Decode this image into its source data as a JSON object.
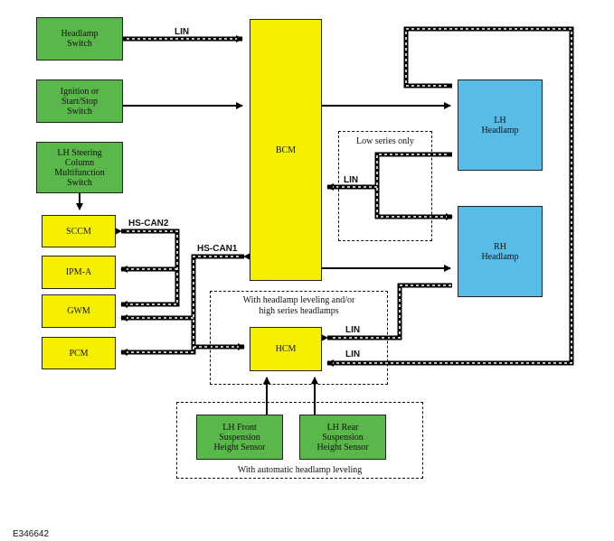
{
  "figure_id": "E346642",
  "modules": {
    "headlamp_switch": "Headlamp\nSwitch",
    "ignition_switch": "Ignition or\nStart/Stop\nSwitch",
    "multifunction_switch": "LH Steering\nColumn\nMultifunction\nSwitch",
    "sccm": "SCCM",
    "ipm_a": "IPM-A",
    "gwm": "GWM",
    "pcm": "PCM",
    "bcm": "BCM",
    "hcm": "HCM",
    "lh_headlamp": "LH\nHeadlamp",
    "rh_headlamp": "RH\nHeadlamp",
    "lh_front_sensor": "LH Front\nSuspension\nHeight Sensor",
    "lh_rear_sensor": "LH Rear\nSuspension\nHeight Sensor"
  },
  "notes": {
    "low_series": "Low series only",
    "headlamp_leveling": "With headlamp leveling and/or\nhigh series headlamps",
    "automatic_leveling": "With automatic headlamp leveling"
  },
  "bus_labels": {
    "lin_top": "LIN",
    "lin_low_series": "LIN",
    "hs_can2": "HS-CAN2",
    "hs_can1": "HS-CAN1",
    "lin_rh_hcm": "LIN",
    "lin_lh_hcm": "LIN"
  },
  "colors": {
    "input_module": "#5ab74a",
    "control_module": "#f7ef00",
    "headlamp": "#58bce8"
  }
}
